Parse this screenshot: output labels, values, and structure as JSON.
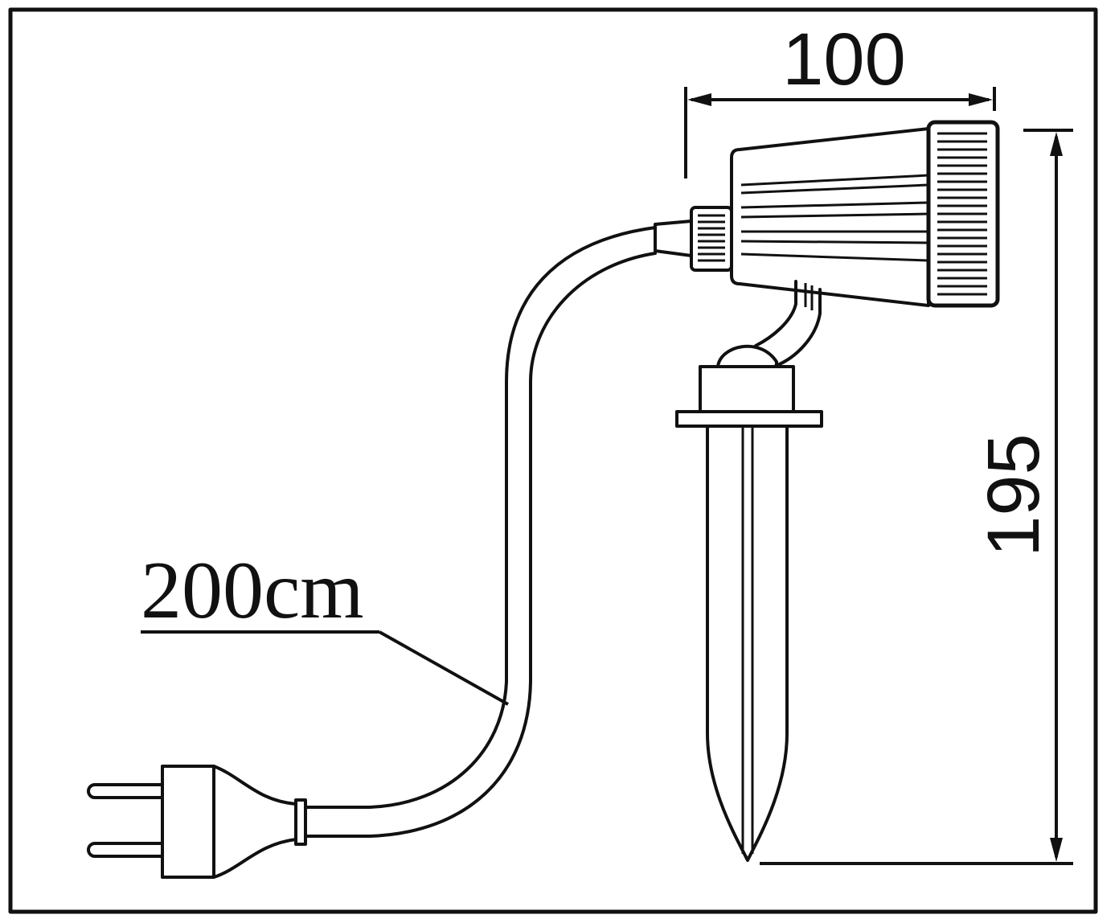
{
  "diagram": {
    "labels": {
      "cable_length": "200cm",
      "head_width": "100",
      "total_height": "195"
    },
    "colors": {
      "line": "#111111",
      "background": "#ffffff"
    }
  }
}
